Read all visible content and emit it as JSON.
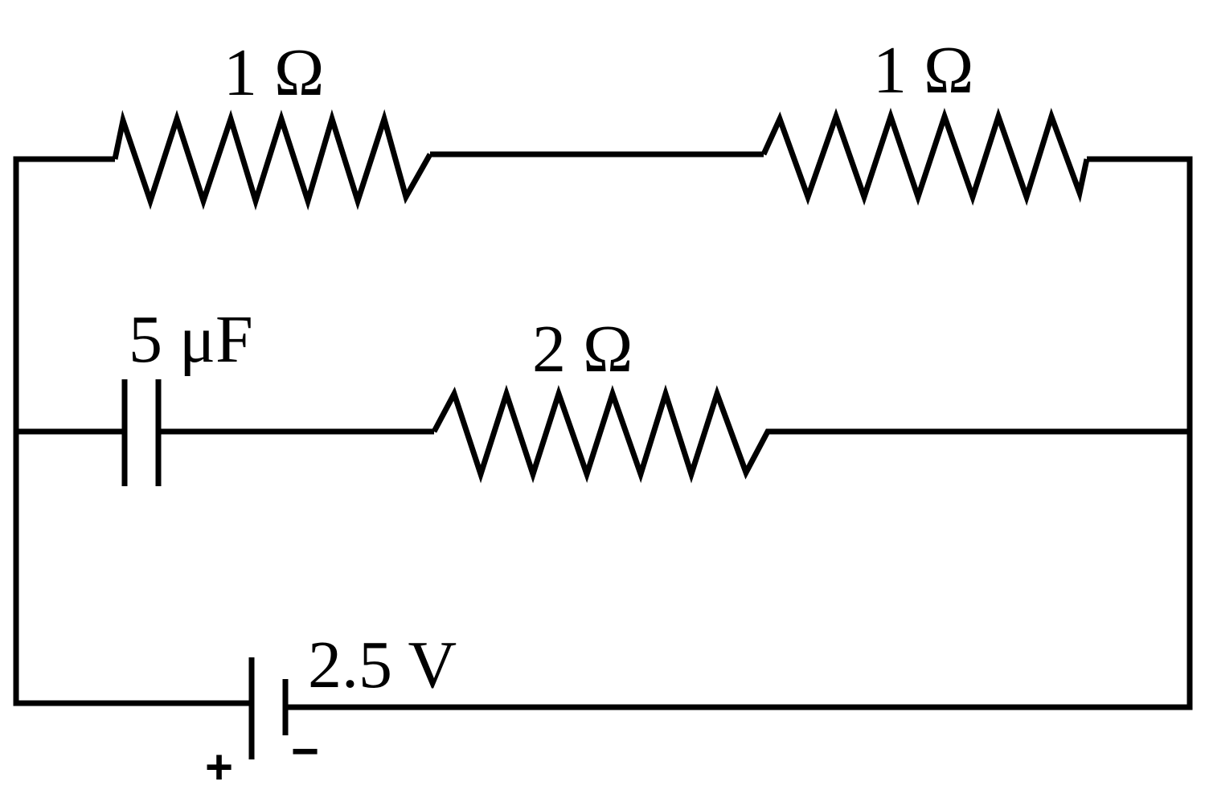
{
  "components": {
    "resistor_top_left": {
      "label": "1 Ω"
    },
    "resistor_top_right": {
      "label": "1 Ω"
    },
    "capacitor": {
      "label": "5 μF"
    },
    "resistor_middle": {
      "label": "2 Ω"
    },
    "battery": {
      "label": "2.5 V",
      "positive": "+",
      "negative": "−"
    }
  }
}
